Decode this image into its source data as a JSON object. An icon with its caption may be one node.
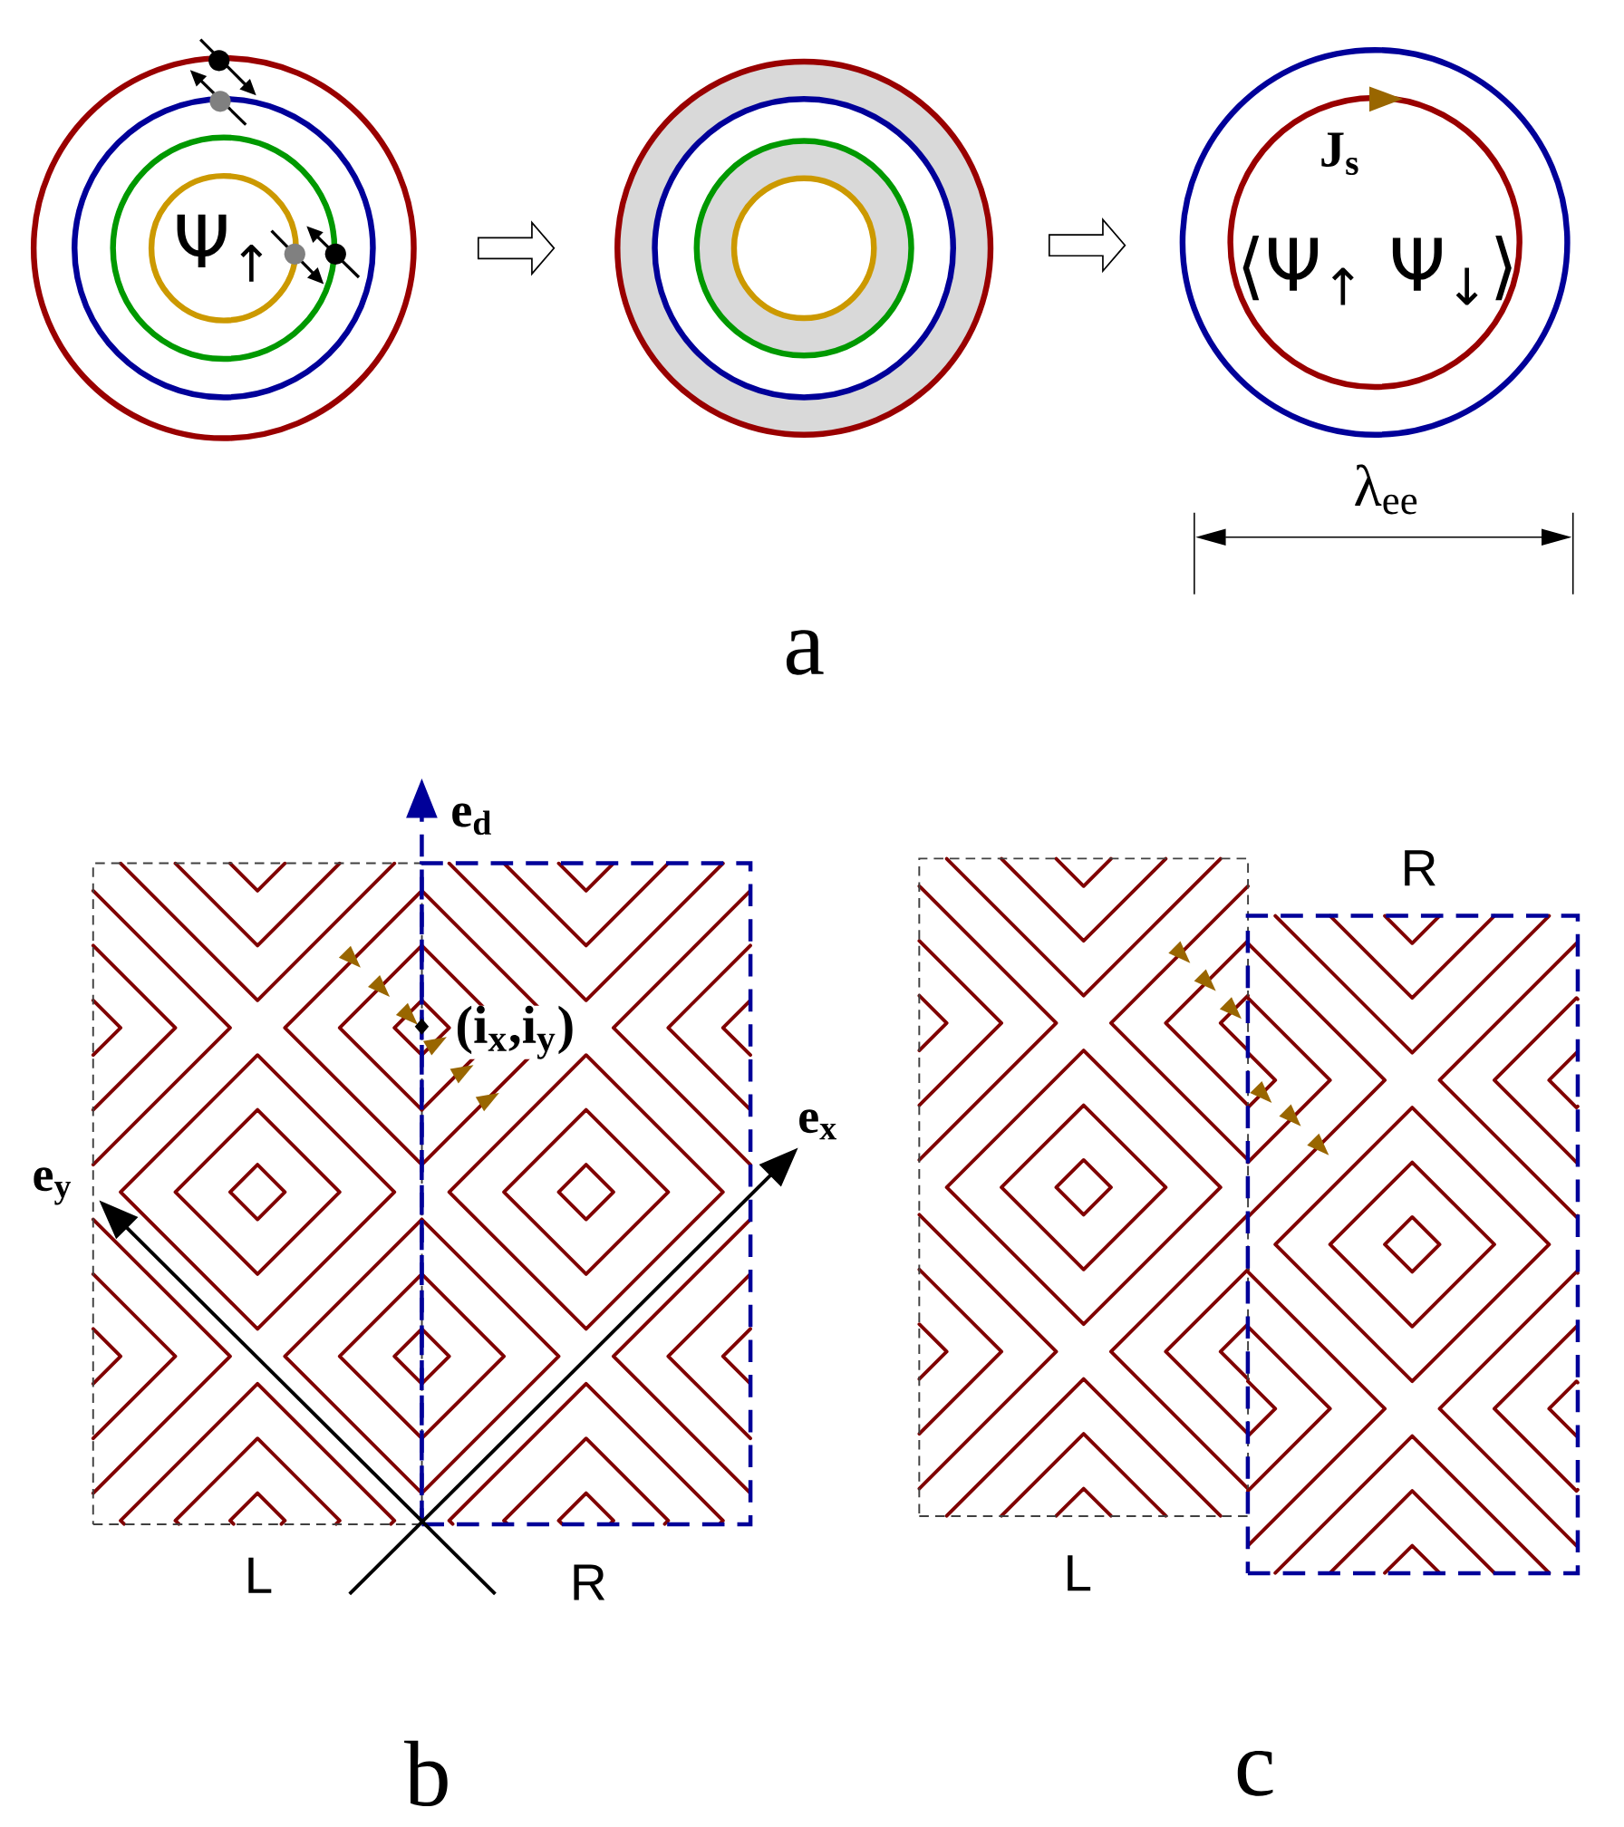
{
  "diagram": {
    "nodes": [
      {
        "text": [
          "Ψ$_{↑}$"
        ]
      },
      {
        "text": [],
        "shape": "circle"
      },
      {
        "text": [
          "J$_{s}$",
          "⟨Ψ$_{↑}$ Ψ$_{↓}$⟩"
        ]
      },
      {
        "text": [
          "L"
        ]
      },
      {
        "text": [
          "R"
        ]
      },
      {
        "text": [
          "L"
        ]
      },
      {
        "text": [
          "R"
        ]
      }
    ],
    "edges": [
      {
        "from": 0,
        "to": 1,
        "arrow": "to"
      },
      {
        "from": 1,
        "to": 2,
        "arrow": "to"
      }
    ],
    "labels": [
      "λ$_{ee}$",
      "a",
      "e$_{d}$",
      "(i$_{x}$,i$_{y}$)",
      "e$_{x}$",
      "e$_{y}$",
      "b",
      "c"
    ]
  }
}
